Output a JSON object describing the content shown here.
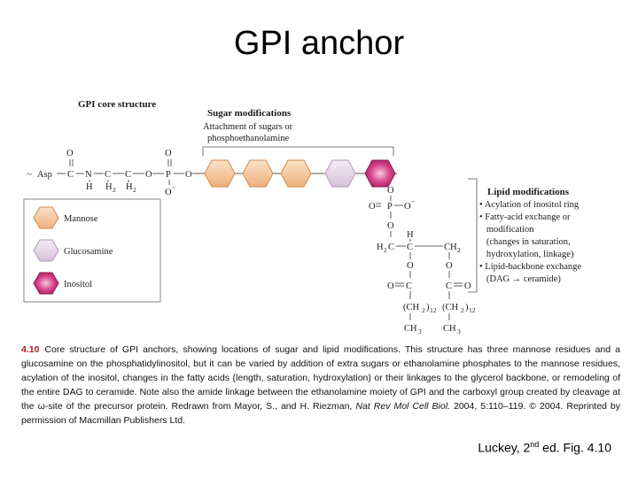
{
  "slide": {
    "title": "GPI anchor"
  },
  "figure": {
    "heading": "GPI core structure",
    "sugar_mod": {
      "title": "Sugar modifications",
      "line1": "Attachment of sugars or",
      "line2": "phosphoethanolamine"
    },
    "chain": {
      "asp": "Asp",
      "o_top": "O",
      "c1": "C",
      "n": "N",
      "c2": "C",
      "c3": "C",
      "o1": "O",
      "p": "P",
      "o2": "O",
      "h": "H",
      "h2a": "H",
      "h2b": "H",
      "sub2": "2",
      "o_top_p": "O",
      "o_minus": "O",
      "minus": "−"
    },
    "phosphate": {
      "o_upper": "O",
      "o_left": "O",
      "p": "P",
      "o_right": "O",
      "minus": "−",
      "o_lower": "O"
    },
    "glycerol": {
      "h2c": "H",
      "h2c_sub": "2",
      "h2c_c": "C",
      "c_mid": "C",
      "h_top": "H",
      "ch2": "CH",
      "ch2_sub": "2",
      "o_left": "O",
      "o_right": "O",
      "o_eq_left": "O",
      "c_left": "C",
      "c_right": "C",
      "o_eq_right": "O",
      "chain_left": "(CH",
      "chain_right": "(CH",
      "chain_sub2": "2",
      "chain_close": ")",
      "chain_sub12": "12",
      "ch3_left": "CH",
      "ch3_right": "CH",
      "ch3_sub": "3"
    },
    "lipid_mod": {
      "title": "Lipid modifications",
      "bullets": [
        "• Acylation of inositol ring",
        "• Fatty-acid exchange or",
        "   modification",
        "   (changes in saturation,",
        "   hydroxylation, linkage)",
        "• Lipid-backbone exchange",
        "   (DAG → ceramide)"
      ]
    },
    "legend": [
      {
        "label": "Mannose",
        "color": "#f3c49a"
      },
      {
        "label": "Glucosamine",
        "color": "#e3cde6"
      },
      {
        "label": "Inositol",
        "color": "#c4317a"
      }
    ]
  },
  "caption": {
    "fignum": "4.10",
    "text": "Core structure of GPI anchors, showing locations of sugar and lipid modifications. This structure has three mannose residues and a glucosamine on the phosphatidylinositol, but it can be varied by addition of extra sugars or ethanolamine phosphates to the mannose residues, acylation of the inositol, changes in the fatty acids (length, saturation, hydroxylation) or their linkages to the glycerol backbone, or remodeling of the entire DAG to ceramide. Note also the amide linkage between the ethanolamine moiety of GPI and the carboxyl group created by cleavage at the ω-site of the precursor protein. Redrawn from Mayor, S., and H. Riezman,",
    "journal": "Nat Rev Mol Cell Biol.",
    "tail": "2004, 5:110–119. © 2004. Reprinted by permission of Macmillan Publishers Ltd."
  },
  "credit": {
    "pre": "Luckey, 2",
    "sup": "nd",
    "post": " ed. Fig. 4.10"
  }
}
